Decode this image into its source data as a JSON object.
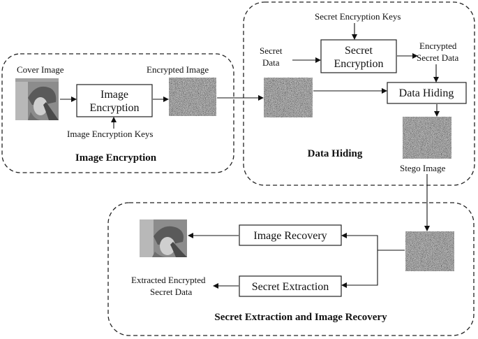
{
  "sections": {
    "image_encryption": "Image Encryption",
    "data_hiding": "Data Hiding",
    "extraction_recovery": "Secret Extraction and Image Recovery"
  },
  "labels": {
    "cover_image": "Cover Image",
    "encrypted_image": "Encrypted Image",
    "image_encryption_keys": "Image Encryption Keys",
    "secret_encryption_keys": "Secret Encryption Keys",
    "secret_data_line1": "Secret",
    "secret_data_line2": "Data",
    "encrypted_secret_line1": "Encrypted",
    "encrypted_secret_line2": "Secret Data",
    "stego_image": "Stego Image",
    "extracted_line1": "Extracted Encrypted",
    "extracted_line2": "Secret Data"
  },
  "boxes": {
    "image_encryption_line1": "Image",
    "image_encryption_line2": "Encryption",
    "secret_encryption_line1": "Secret",
    "secret_encryption_line2": "Encryption",
    "data_hiding": "Data Hiding",
    "image_recovery": "Image Recovery",
    "secret_extraction": "Secret Extraction"
  }
}
